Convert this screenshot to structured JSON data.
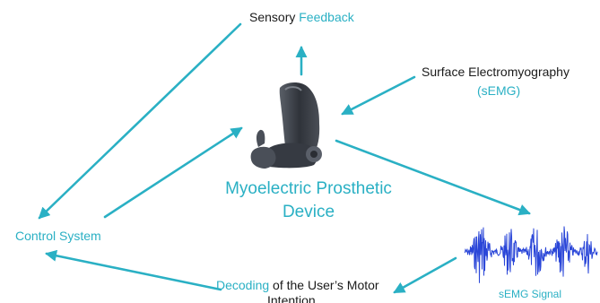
{
  "colors": {
    "accent": "#2ab0c4",
    "text": "#1a1a1a",
    "signal": "#2a46d8",
    "prosthesis": "#3c4048"
  },
  "labels": {
    "sensory_feedback": {
      "part1": "Sensory",
      "part2": "Feedback"
    },
    "semg_surface": {
      "line1": "Surface Electromyography",
      "line2": "(sEMG)"
    },
    "device": {
      "line1": "Myoelectric Prosthetic",
      "line2": "Device"
    },
    "control_system": "Control System",
    "decoding": {
      "part1": "Decoding",
      "part2": "of the User’s Motor",
      "line2": "Intention"
    },
    "semg_signal": "sEMG Signal"
  },
  "icons": {
    "device_image": "prosthetic-arm-icon",
    "signal_image": "semg-waveform-icon"
  }
}
